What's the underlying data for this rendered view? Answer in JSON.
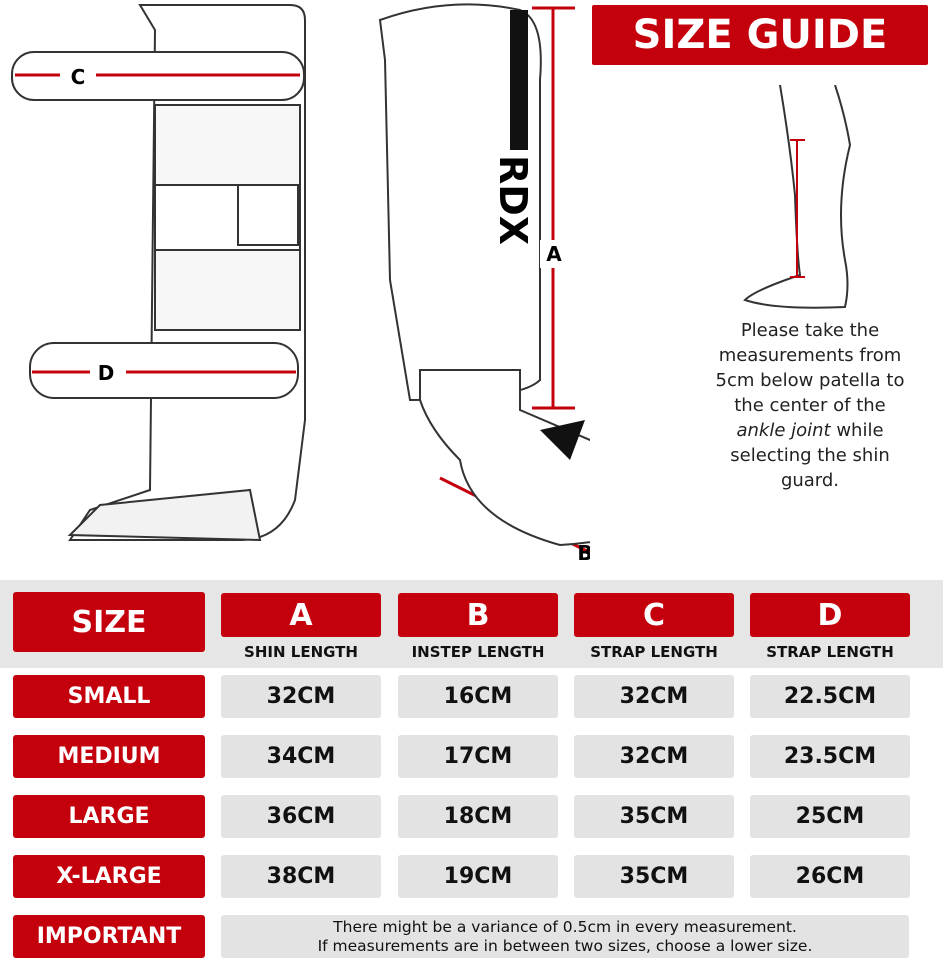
{
  "banner": "SIZE GUIDE",
  "note": {
    "l1": "Please take the",
    "l2": "measurements from",
    "l3": "5cm below patella to",
    "l4": "the center of the",
    "l5_em": "ankle joint",
    "l5_rest": " while",
    "l6": "selecting the shin",
    "l7": "guard."
  },
  "diagram": {
    "a": "A",
    "b": "B",
    "c": "C",
    "d": "D",
    "brand": "RDX"
  },
  "table": {
    "size_header": "SIZE",
    "columns": [
      {
        "letter": "A",
        "label": "SHIN LENGTH"
      },
      {
        "letter": "B",
        "label": "INSTEP LENGTH"
      },
      {
        "letter": "C",
        "label": "STRAP LENGTH"
      },
      {
        "letter": "D",
        "label": "STRAP LENGTH"
      }
    ],
    "rows": [
      {
        "size": "SMALL",
        "values": [
          "32CM",
          "16CM",
          "32CM",
          "22.5CM"
        ]
      },
      {
        "size": "MEDIUM",
        "values": [
          "34CM",
          "17CM",
          "32CM",
          "23.5CM"
        ]
      },
      {
        "size": "LARGE",
        "values": [
          "36CM",
          "18CM",
          "35CM",
          "25CM"
        ]
      },
      {
        "size": "X-LARGE",
        "values": [
          "38CM",
          "19CM",
          "35CM",
          "26CM"
        ]
      }
    ],
    "important_label": "IMPORTANT",
    "important_l1": "There might be a variance of 0.5cm in every measurement.",
    "important_l2": "If measurements are in between two sizes, choose a lower size."
  },
  "colors": {
    "red": "#c4000c",
    "grey": "#e3e3e3"
  }
}
